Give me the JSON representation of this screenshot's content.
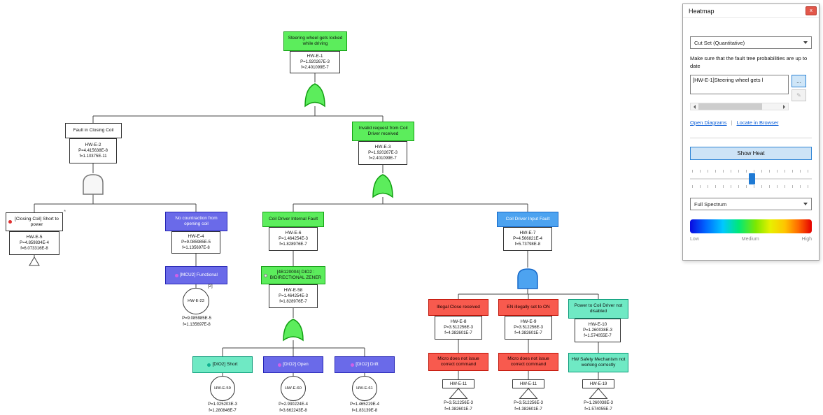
{
  "tree": {
    "e1": {
      "label": "Steering wheel gets locked while driving",
      "id": "HW-E-1",
      "p": "P=1.920267E-3",
      "f": "f=2.401099E-7"
    },
    "e2": {
      "label": "Fault in Closing Coil",
      "id": "HW-E-2",
      "p": "P=4.415638E-8",
      "f": "f=1.10375E-11"
    },
    "e3": {
      "label": "Invalid request from Coil Driver received",
      "id": "HW-E-3",
      "p": "P=1.920267E-3",
      "f": "f=2.401099E-7"
    },
    "e5": {
      "label": "[Closing Coil] Short to power",
      "id": "HW-E-5",
      "p": "P=4.859834E-4",
      "f": "f=6.073316E-8",
      "marker": "*"
    },
    "e4": {
      "label": "No countraction from opening coil",
      "id": "HW-E-4",
      "p": "P=9.085985E-5",
      "f": "f=1.135697E-8"
    },
    "e23": {
      "label": "[MCU2] Functional",
      "id": "HW-E-23",
      "badge": "[2]",
      "p": "P=9.085985E-5",
      "f": "f=1.135697E-8"
    },
    "e6": {
      "label": "Coil Driver Internal Fault",
      "id": "HW-E-6",
      "p": "P=1.464254E-3",
      "f": "f=1.828976E-7"
    },
    "e58": {
      "label": "[4B120004] DIO2 : BIDIRECTIONAL ZENER",
      "id": "HW-E-58",
      "p": "P=1.464254E-3",
      "f": "f=1.828976E-7"
    },
    "e59": {
      "label": "[DIO2] Short",
      "id": "HW-E-59",
      "p": "P=1.025203E-3",
      "f": "f=1.280846E-7"
    },
    "e60": {
      "label": "[DIO2] Open",
      "id": "HW-E-60",
      "p": "P=2.930224E-4",
      "f": "f=3.662243E-8"
    },
    "e61": {
      "label": "[DIO2] Drift",
      "id": "HW-E-61",
      "p": "P=1.465219E-4",
      "f": "f=1.83139E-8"
    },
    "e7": {
      "label": "Coil Driver Input Fault",
      "id": "HW-E-7",
      "p": "P=4.566821E-4",
      "f": "f=5.73798E-8"
    },
    "e8": {
      "label": "Illegal Close received",
      "id": "HW-E-8",
      "p": "P=3.512256E-3",
      "f": "f=4.382601E-7"
    },
    "e9": {
      "label": "EN illegally set to ON",
      "id": "HW-E-9",
      "p": "P=3.512256E-3",
      "f": "f=4.382601E-7"
    },
    "e10": {
      "label": "Power to Coil Driver not disabled",
      "id": "HW-E-10",
      "p": "P=1.260038E-3",
      "f": "f=1.574055E-7"
    },
    "e11a": {
      "label": "Micro does not issue correct command",
      "id": "HW-E-11",
      "p": "P=3.512256E-3",
      "f": "f=4.382601E-7"
    },
    "e11b": {
      "label": "Micro does not issue correct command",
      "id": "HW-E-11",
      "p": "P=3.512256E-3",
      "f": "f=4.382601E-7"
    },
    "e19": {
      "label": "HW Safety Mechanism not working correctly",
      "id": "HW-E-19",
      "p": "P=1.260038E-3",
      "f": "f=1.574055E-7"
    }
  },
  "panel": {
    "title": "Heatmap",
    "icons": {
      "close": "x",
      "edit": "✎"
    },
    "mode": "Cut Set (Quantitative)",
    "note": "Make sure that the fault tree probabilities are up to date",
    "target": "[HW-E-1]Steering wheel gets l",
    "browse": "...",
    "open_diagrams": "Open Diagrams",
    "link_divider": "|",
    "locate": "Locate in Browser",
    "show_heat": "Show Heat",
    "spectrum": "Full Spectrum",
    "low": "Low",
    "medium": "Medium",
    "high": "High"
  },
  "colors": {
    "heat_green": "#5ced5c",
    "heat_teal": "#6fe9c4",
    "heat_blue": "#6a6ae9",
    "heat_cyan": "#4da3f0",
    "heat_red": "#f85a4e",
    "accent": "#2e84d5"
  }
}
